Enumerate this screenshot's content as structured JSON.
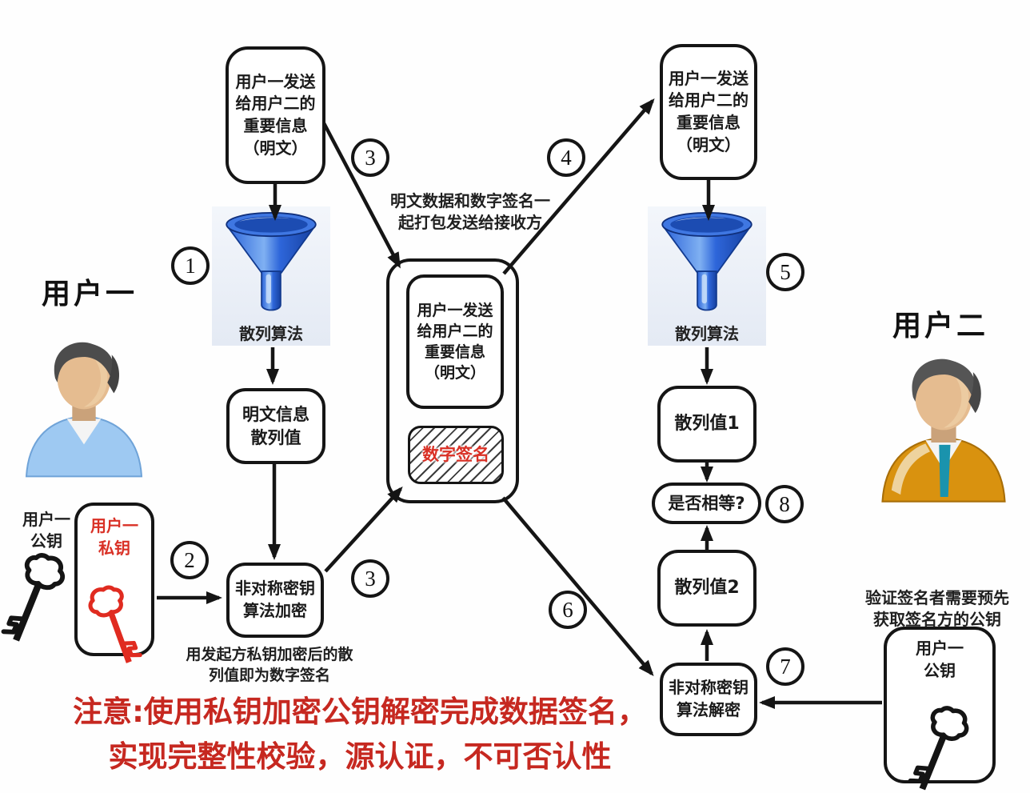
{
  "labels": {
    "user1": "用户一",
    "user2": "用户二",
    "message": "用户一发送\n给用户二的\n重要信息\n（明文）",
    "hash_algorithm": "散列算法",
    "plaintext_hash": "明文信息\n散列值",
    "asym_encrypt": "非对称密钥\n算法加密",
    "asym_decrypt": "非对称密钥\n算法解密",
    "hash_value_1": "散列值1",
    "hash_value_2": "散列值2",
    "equal_check": "是否相等?",
    "digital_signature": "数字签名",
    "user1_public_key": "用户一\n公钥",
    "user1_private_key": "用户一\n私钥",
    "package_note": "明文数据和数字签名一\n起打包发送给接收方",
    "signature_note": "用发起方私钥加密后的散\n列值即为数字签名",
    "verify_note": "验证签名者需要预先\n获取签名方的公钥",
    "warning": "注意:使用私钥加密公钥解密完成数据签名，\n实现完整性校验，源认证，不可否认性"
  },
  "steps": {
    "s1": "1",
    "s2": "2",
    "s3a": "3",
    "s3b": "3",
    "s4": "4",
    "s5": "5",
    "s6": "6",
    "s7": "7",
    "s8": "8"
  },
  "icons": {
    "funnel": "funnel-icon",
    "public_key": "public-key-icon",
    "private_key": "private-key-icon",
    "avatar_user1": "user1-avatar",
    "avatar_user2": "user2-avatar"
  },
  "colors": {
    "line": "#151515",
    "warning_red": "#c62820",
    "signature_red": "#d93025",
    "funnel_blue": "#2a62d8",
    "user1_shirt": "#9ec9f2",
    "user2_jacket": "#d9920f",
    "user2_tie": "#1a93ad"
  }
}
